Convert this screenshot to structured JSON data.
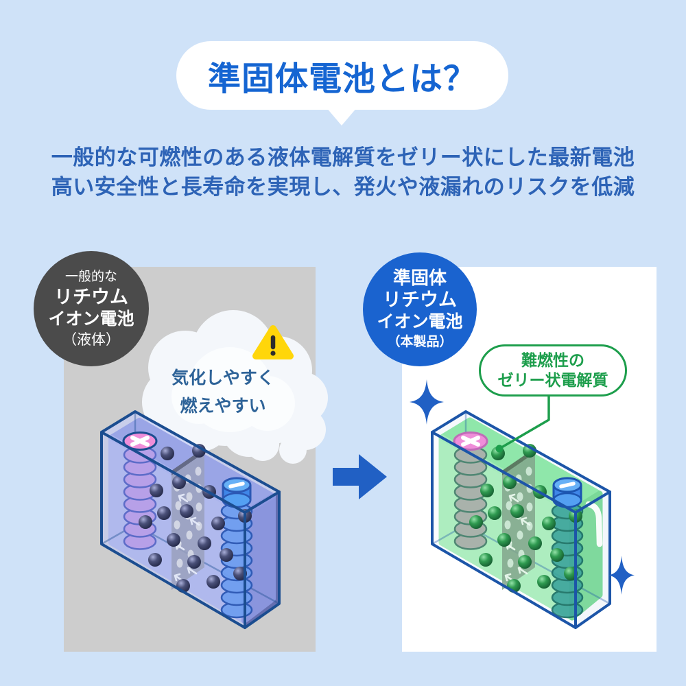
{
  "title": "準固体電池とは？",
  "description": {
    "line1": "一般的な可燃性のある液体電解質をゼリー状にした最新電池",
    "line2": "高い安全性と長寿命を実現し、発火や液漏れのリスクを低減"
  },
  "left_panel": {
    "badge": {
      "line1": "一般的な",
      "line2": "リチウム",
      "line3": "イオン電池",
      "line4": "（液体）"
    },
    "cloud": {
      "line1": "気化しやすく",
      "line2": "燃えやすい"
    }
  },
  "right_panel": {
    "badge": {
      "line1": "準固体",
      "line2": "リチウム",
      "line3": "イオン電池",
      "line4": "（本製品）"
    },
    "callout": {
      "line1": "難燃性の",
      "line2": "ゼリー状電解質"
    }
  },
  "icons": {
    "warning_icon": "!",
    "arrow_right_icon": "→",
    "sparkle_icon": "✦",
    "positive_terminal_icon": "＋",
    "negative_terminal_icon": "−"
  },
  "colors": {
    "background": "#cfe2f8",
    "panel_gray": "#cdcdcd",
    "panel_white": "#ffffff",
    "title_blue": "#1565d2",
    "body_text_blue": "#2d63b6",
    "badge_dark_gray": "#4b4b4b",
    "badge_blue": "#1a63cf",
    "cloud_text_blue": "#2e6398",
    "warning_yellow": "#ffd60a",
    "callout_green": "#1d9e4c",
    "arrow_blue": "#2160c4",
    "outline_navy": "#1b4d90",
    "liquid_purple": "#9aa6ea",
    "jelly_green": "#9debb4"
  }
}
